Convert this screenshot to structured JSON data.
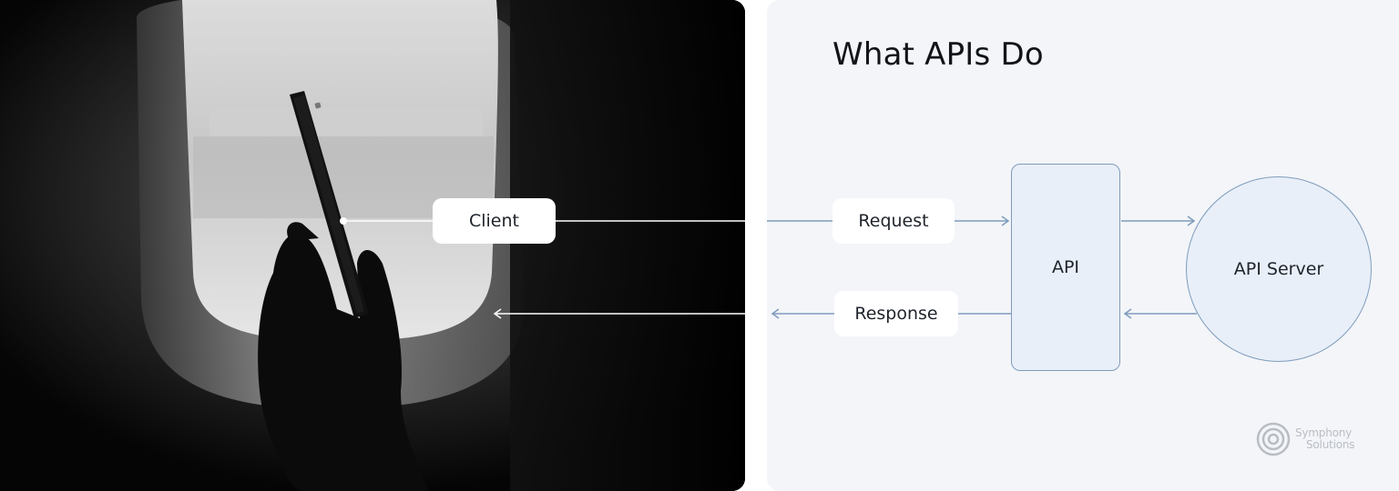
{
  "diagram": {
    "title": "What APIs Do",
    "nodes": {
      "client": "Client",
      "request": "Request",
      "response": "Response",
      "api": "API",
      "api_server": "API Server"
    }
  },
  "brand": {
    "line1": "Symphony",
    "line2": "Solutions"
  },
  "colors": {
    "diagram_background": "#f3f5f9",
    "connector_blue": "#7f9cbc",
    "node_fill": "#e9eff8",
    "photo_background": "#050505"
  }
}
